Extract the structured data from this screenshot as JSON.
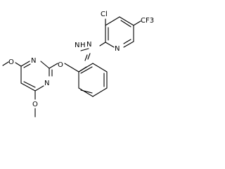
{
  "molecule": {
    "atom_labels": {
      "n_hydrazone_1": "N",
      "n_hydrazone_2": "N",
      "h_hydrazone": "H",
      "n_pyridine": "N",
      "cl": "Cl",
      "cf3": "CF3",
      "o_ether": "O",
      "n_pyrimidine_top": "N",
      "n_pyrimidine_bottom": "N",
      "o_methoxy_top": "O",
      "o_methoxy_bottom": "O"
    }
  }
}
